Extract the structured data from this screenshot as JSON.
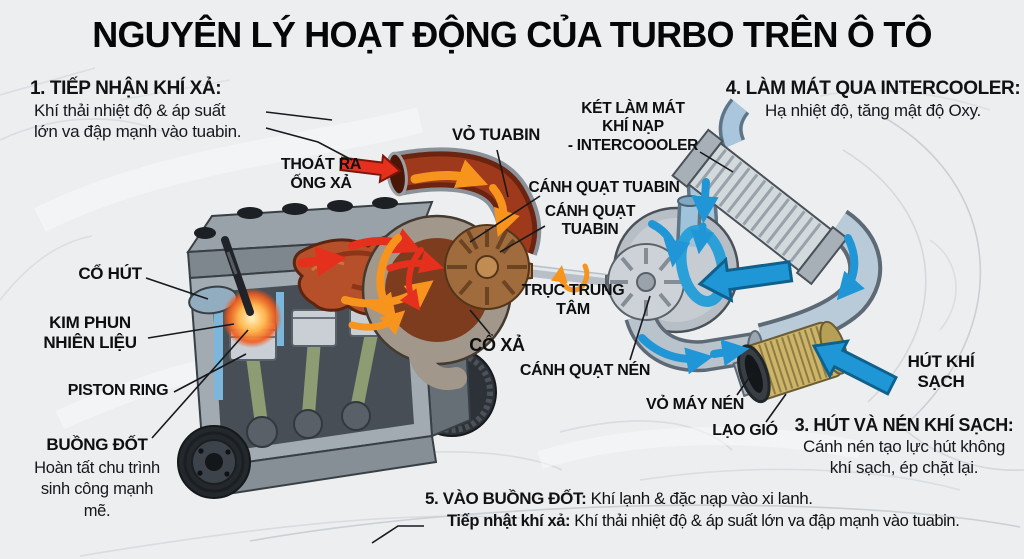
{
  "title": "NGUYÊN LÝ HOẠT ĐỘNG CỦA TURBO TRÊN Ô TÔ",
  "steps": {
    "step1": {
      "heading": "1. TIẾP NHẬN KHÍ XẢ:",
      "body": "Khí thải nhiệt độ & áp suất\nlớn va đập mạnh vào tuabin."
    },
    "step3": {
      "heading": "3. HÚT VÀ NÉN KHÍ SẠCH:",
      "body": "Cánh nén tạo lực hút không\nkhí sạch, ép chặt lại."
    },
    "step4": {
      "heading": "4. LÀM MÁT QUA INTERCOOLER:",
      "body": "Hạ nhiệt độ, tăng mật độ Oxy."
    },
    "step5": {
      "heading": "5. VÀO BUỒNG ĐỐT:",
      "body": " Khí lạnh & đặc nạp vào xi lanh.",
      "sub_heading": "Tiếp nhật khí xả:",
      "sub_body": " Khí thải nhiệt độ & áp suất lớn va đập mạnh vào tuabin."
    }
  },
  "labels": {
    "exhaust_outlet": "THOÁT RA\nỐNG XẢ",
    "turbine_housing": "VỎ TUABIN",
    "intercooler": "KÉT LÀM MÁT\nKHÍ NẠP\n- INTERCOOOLER",
    "turbine_fan_upper": "CÁNH QUẠT TUABIN",
    "turbine_fan_lower": "CÁNH QUẠT\nTUABIN",
    "center_shaft": "TRỤC TRUNG\nTÂM",
    "intake_neck": "CỔ HÚT",
    "fuel_injector": "KIM PHUN\nNHIÊN LIỆU",
    "piston_ring": "PISTON RING",
    "combustion_chamber": "BUỒNG ĐỐT",
    "combustion_chamber_note": "Hoàn tất chu trình\nsinh công mạnh\nmẽ.",
    "exhaust_neck": "CỔ XẢ",
    "compressor_fan": "CÁNH QUẠT NÉN",
    "compressor_housing": "VỎ MÁY NÉN",
    "air_filter": "LẠO GIÓ",
    "clean_air_intake": "HÚT KHÍ SẠCH"
  },
  "colors": {
    "background": "#eceef0",
    "text": "#0d0f11",
    "exhaust_red": "#e5301d",
    "exhaust_orange": "#f7941d",
    "air_blue": "#2196d6",
    "exhaust_pipe_dark_red": "#8b2a12",
    "filter_tan": "#ccb469",
    "metal_silver": "#c6ccd2"
  }
}
